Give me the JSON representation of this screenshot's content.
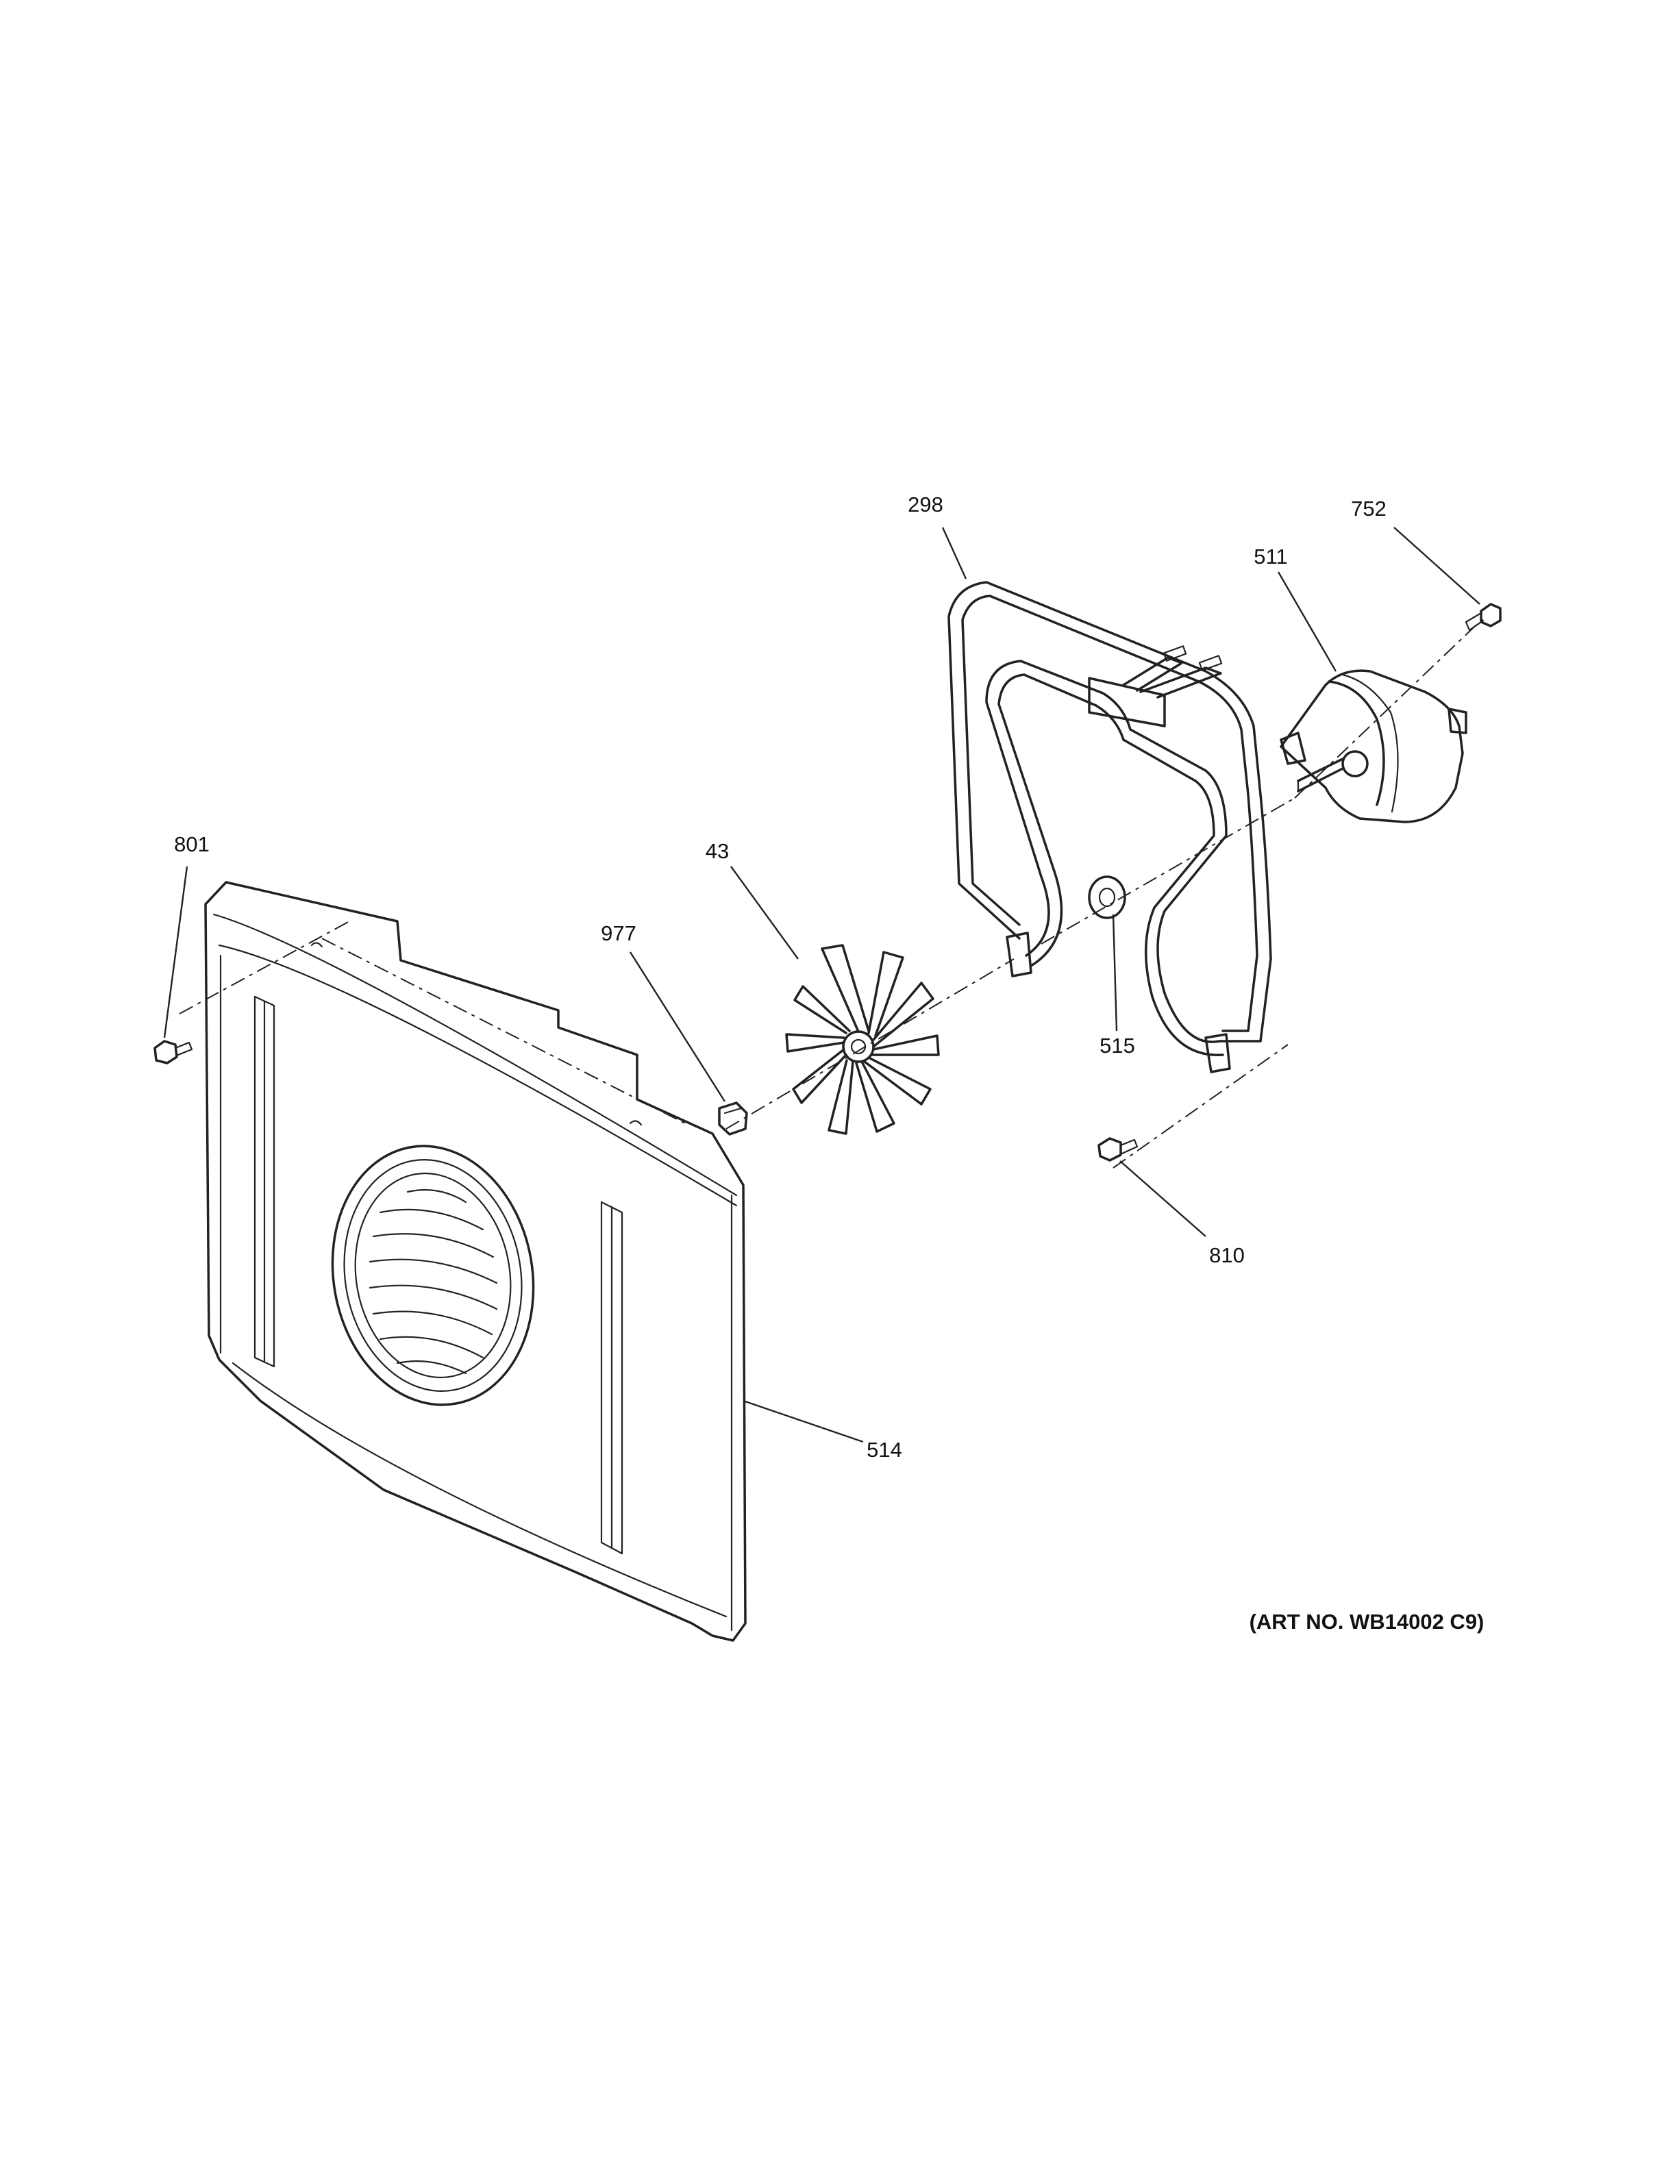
{
  "callouts": {
    "c298": "298",
    "c752": "752",
    "c511": "511",
    "c801": "801",
    "c43": "43",
    "c977": "977",
    "c515": "515",
    "c810": "810",
    "c514": "514"
  },
  "art_number": "(ART NO. WB14002 C9)"
}
